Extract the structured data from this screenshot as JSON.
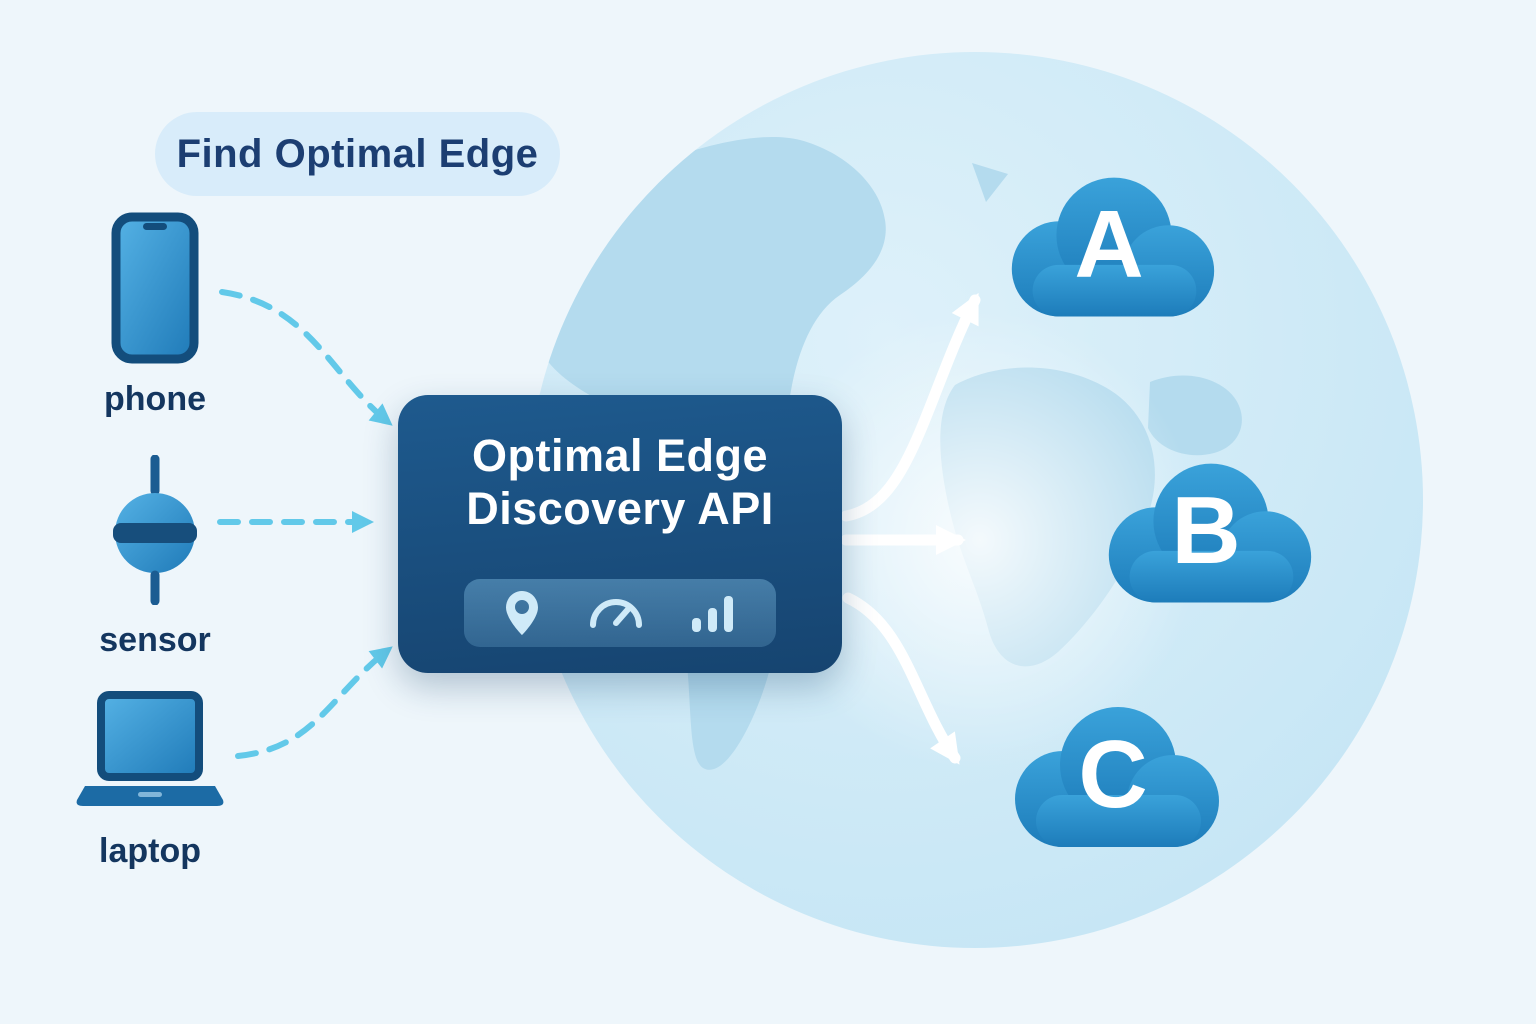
{
  "banner": {
    "label": "Find Optimal Edge"
  },
  "devices": [
    {
      "id": "phone",
      "label": "phone"
    },
    {
      "id": "sensor",
      "label": "sensor"
    },
    {
      "id": "laptop",
      "label": "laptop"
    }
  ],
  "api_box": {
    "title_line1": "Optimal Edge",
    "title_line2": "Discovery API",
    "icons": [
      "location-pin-icon",
      "gauge-icon",
      "signal-bars-icon"
    ]
  },
  "edges": [
    {
      "id": "edge-a",
      "label": "A"
    },
    {
      "id": "edge-b",
      "label": "B"
    },
    {
      "id": "edge-c",
      "label": "C"
    }
  ],
  "colors": {
    "background": "#eef6fb",
    "globe": "#cfe9f6",
    "landmass": "#b4dbee",
    "banner_bg": "#d8ecfa",
    "navy_text": "#1c3e72",
    "device_label": "#14365f",
    "api_box_bg": "#1a4f7d",
    "cloud_blue": "#2489c6",
    "dashed_arrow": "#62c9e9",
    "arrow_white": "#ffffff"
  }
}
